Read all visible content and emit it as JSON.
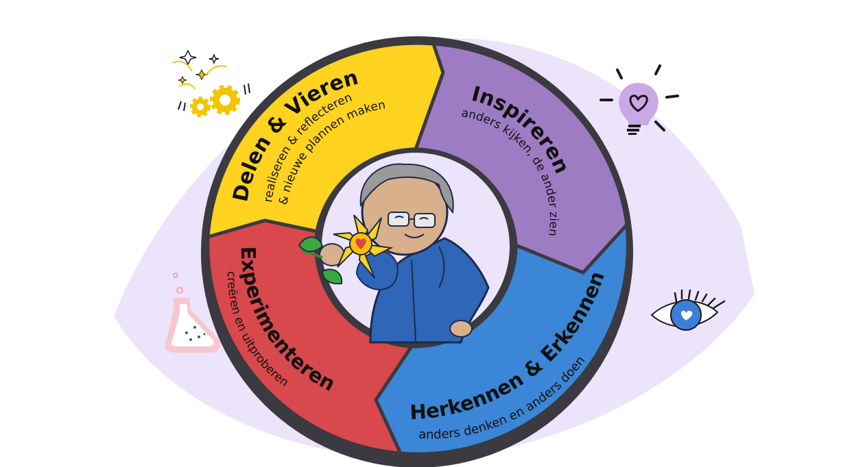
{
  "cycle": {
    "segments": [
      {
        "id": "inspireren",
        "title": "Inspireren",
        "subtitle": "anders kijken, de ander zien",
        "color": "#9e7cc4"
      },
      {
        "id": "herkennen",
        "title": "Herkennen & Erkennen",
        "subtitle": "anders denken en anders doen",
        "color": "#3b86d6"
      },
      {
        "id": "experimenteren",
        "title": "Experimenteren",
        "subtitle": "creëren en uitproberen",
        "color": "#d9484c"
      },
      {
        "id": "delen",
        "title": "Delen & Vieren",
        "subtitle": "realiseren & reflecteren",
        "subtitle2": "& nieuwe plannen maken",
        "color": "#ffd31f"
      }
    ]
  },
  "icons": {
    "eye_shape": "eye-background-icon",
    "lightbulb": "lightbulb-heart-icon",
    "gears": "gears-sparkles-icon",
    "flask": "flask-icon",
    "small_eye": "eye-icon",
    "character": "person-with-flower-icon"
  },
  "colors": {
    "eye_background": "#ece4fb",
    "ring_border": "#3a3a40",
    "inner_circle": "#ece4fb"
  }
}
